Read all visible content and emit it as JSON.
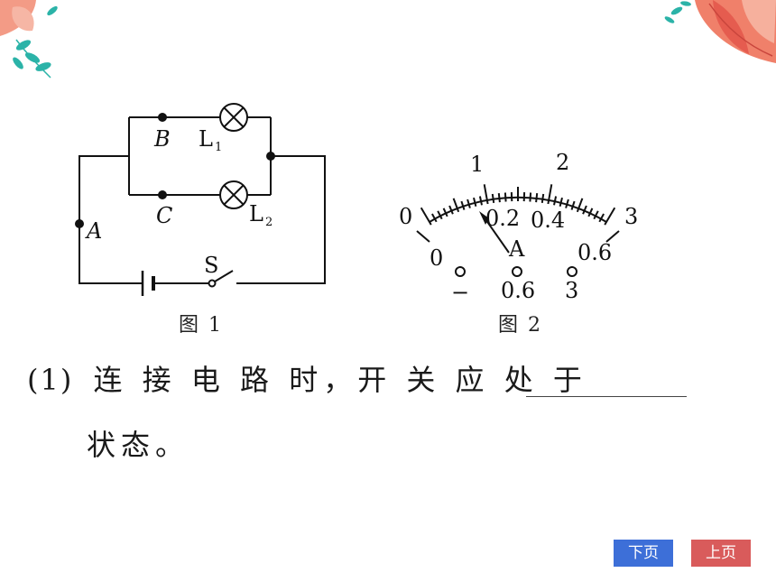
{
  "figure1": {
    "caption": "图 1",
    "labels": {
      "B": "B",
      "C": "C",
      "A": "A",
      "S": "S",
      "L1": "L",
      "L1_sub": "1",
      "L2": "L",
      "L2_sub": "2"
    }
  },
  "figure2": {
    "caption": "图 2",
    "upper_scale": [
      "0",
      "1",
      "2",
      "3"
    ],
    "lower_scale": [
      "0",
      "0.2",
      "0.4",
      "0.6"
    ],
    "meter_symbol": "A",
    "terminals": [
      "−",
      "0.6",
      "3"
    ]
  },
  "question": {
    "number": "(1)",
    "text": "连 接 电 路 时，开 关 应 处 于",
    "continuation": "状态。"
  },
  "nav": {
    "next_label": "下页",
    "prev_label": "上页"
  },
  "colors": {
    "next_button": "#3d6fd8",
    "prev_button": "#d95b5b",
    "leaf_teal": "#2bb3a8",
    "leaf_coral": "#f0806a"
  }
}
